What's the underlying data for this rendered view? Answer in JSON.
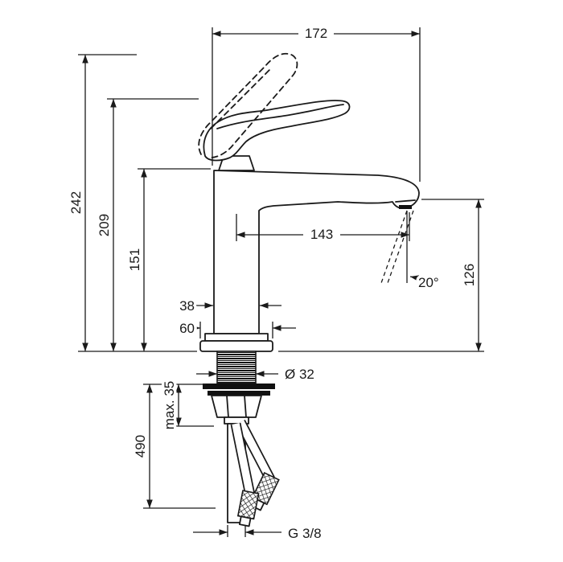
{
  "page": {
    "background": "#ffffff"
  },
  "drawing": {
    "title": "faucet-installation-dimensions",
    "line_color": "#1a1a1a",
    "dimensions": {
      "total_depth": "172",
      "total_height": "242",
      "handle_height": "209",
      "spout_top_height": "151",
      "spout_reach": "143",
      "body_width": "38",
      "base_width": "60",
      "shank_diameter": "Ø 32",
      "spray_angle": "20°",
      "outlet_height": "126",
      "hose_length": "490",
      "max_mounting_thickness": "max. 35",
      "connection_thread": "G 3/8"
    }
  }
}
